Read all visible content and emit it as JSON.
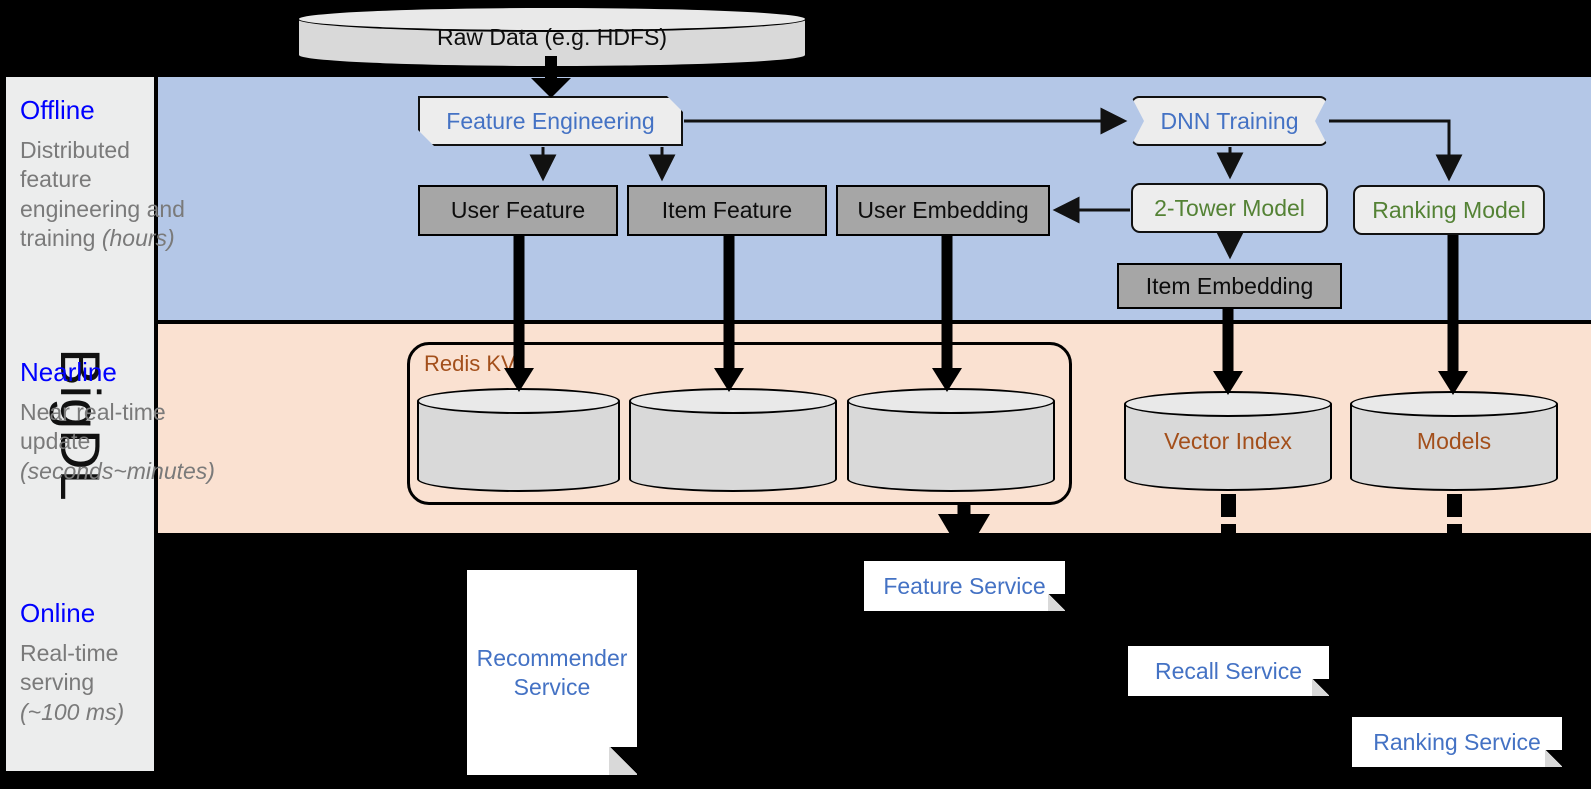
{
  "framework": {
    "name": "BigDL"
  },
  "source": {
    "label": "Raw Data (e.g. HDFS)"
  },
  "bands": {
    "offline": {
      "title": "Offline",
      "description": "Distributed feature engineering and training (hours)",
      "desc_line1": "Distributed",
      "desc_line2": "feature",
      "desc_line3": "engineering and",
      "desc_line4_plain": "training ",
      "desc_line4_italic": "(hours)",
      "color": "#b4c7e7"
    },
    "nearline": {
      "title": "Nearline",
      "description": "Near real-time update (seconds~minutes)",
      "desc_line1": "Near real-time",
      "desc_line2": "update",
      "desc_line3_italic": "(seconds~minutes)",
      "color": "#fae1d1"
    },
    "online": {
      "title": "Online",
      "description": "Real-time serving (~100 ms)",
      "desc_line1": "Real-time",
      "desc_line2": "serving",
      "desc_line3_italic": "(~100 ms)",
      "color": "#000000"
    }
  },
  "offline_nodes": {
    "feature_engineering": "Feature Engineering",
    "dnn_training": "DNN Training",
    "user_feature": "User Feature",
    "item_feature": "Item Feature",
    "user_embedding": "User Embedding",
    "two_tower_model": "2-Tower Model",
    "ranking_model": "Ranking Model",
    "item_embedding": "Item Embedding"
  },
  "nearline_nodes": {
    "redis_kv": "Redis KV",
    "kv_store_1": "",
    "kv_store_2": "",
    "kv_store_3": "",
    "vector_index": "Vector Index",
    "models": "Models"
  },
  "online_nodes": {
    "recommender_service_line1": "Recommender",
    "recommender_service_line2": "Service",
    "feature_service": "Feature Service",
    "recall_service": "Recall Service",
    "ranking_service": "Ranking Service"
  },
  "colors": {
    "offline_band": "#b4c7e7",
    "nearline_band": "#fae1d1",
    "online_band": "#000000",
    "band_title": "#0000ff",
    "band_desc": "#7a7a7a",
    "blue_text": "#4472c4",
    "green_text": "#548235",
    "brown_text": "#a34f1b",
    "grey_box": "#a6a6a6",
    "light_box": "#ededed",
    "sidebar": "#eceded"
  }
}
